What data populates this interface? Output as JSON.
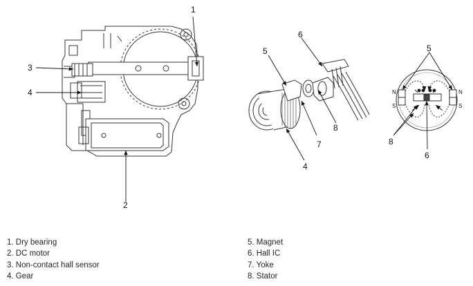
{
  "callouts": {
    "c1": "1",
    "c2": "2",
    "c3": "3",
    "c4": "4",
    "c5": "5",
    "c6": "6",
    "c7": "7",
    "c8": "8",
    "c4b": "4",
    "c5r": "5",
    "c6r": "6",
    "c8r": "8"
  },
  "pole_labels": {
    "n_left": "N",
    "s_left": "S",
    "n_right": "N",
    "s_right": "S"
  },
  "legend": {
    "left": [
      "1. Dry bearing",
      "2. DC motor",
      "3. Non-contact hall sensor",
      "4. Gear"
    ],
    "right": [
      "5. Magnet",
      "6. Hall IC",
      "7. Yoke",
      "8. Stator"
    ]
  }
}
